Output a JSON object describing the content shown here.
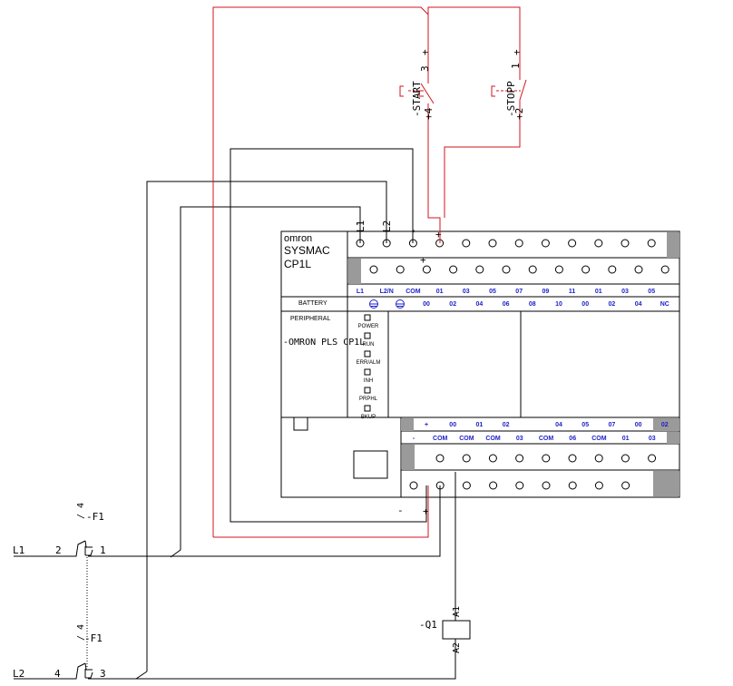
{
  "colors": {
    "wire": "#000000",
    "control_wire": "#d2141e",
    "io_label": "#1f22c8",
    "end_block": "#9a9a9a"
  },
  "plc": {
    "brand": "omron",
    "series": "SYSMAC",
    "model": "CP1L",
    "battery_label": "BATTERY",
    "peripheral_label": "PERIPHERAL",
    "designation": "-OMRON PLS CP1L",
    "leds": [
      "POWER",
      "RUN",
      "ERR/ALM",
      "INH",
      "PRPHL",
      "BKUP"
    ],
    "input_row_top": [
      "L1",
      "L2/N",
      "COM",
      "01",
      "03",
      "05",
      "07",
      "09",
      "11",
      "01",
      "03",
      "05"
    ],
    "input_row_bottom": [
      "00",
      "02",
      "04",
      "06",
      "08",
      "10",
      "00",
      "02",
      "04",
      "NC"
    ],
    "output_row_top": [
      "+",
      "00",
      "01",
      "02",
      "04",
      "05",
      "07",
      "00",
      "02"
    ],
    "output_row_bottom": [
      "-",
      "COM",
      "COM",
      "COM",
      "03",
      "COM",
      "06",
      "COM",
      "01",
      "03"
    ],
    "terminal_marks": {
      "l1": "L1",
      "l2": "L2",
      "minus_top": "-",
      "plus_top": "+",
      "plus_bottom": "+",
      "minus_bottom": "-",
      "plus_mid": "+"
    }
  },
  "start_switch": {
    "tag": "-START",
    "t3": "3",
    "t3_sign": "+",
    "t4": "+4"
  },
  "stop_switch": {
    "tag": "-STOPP",
    "t1": "1",
    "t1_sign": "+",
    "t2": "+2"
  },
  "breaker_1": {
    "tag": "-F1",
    "ref": "/ 4",
    "line": "L1",
    "in_terminal": "2",
    "out_terminal": "1"
  },
  "breaker_2": {
    "tag": "-F1",
    "ref": "/ 4",
    "line": "L2",
    "in_terminal": "4",
    "out_terminal": "3"
  },
  "relay": {
    "tag": "-Q1",
    "a1": "A1",
    "a2": "A2"
  },
  "icons": {
    "ground": "ground-icon",
    "switch_actuator": "pushbutton-actuator-icon"
  }
}
